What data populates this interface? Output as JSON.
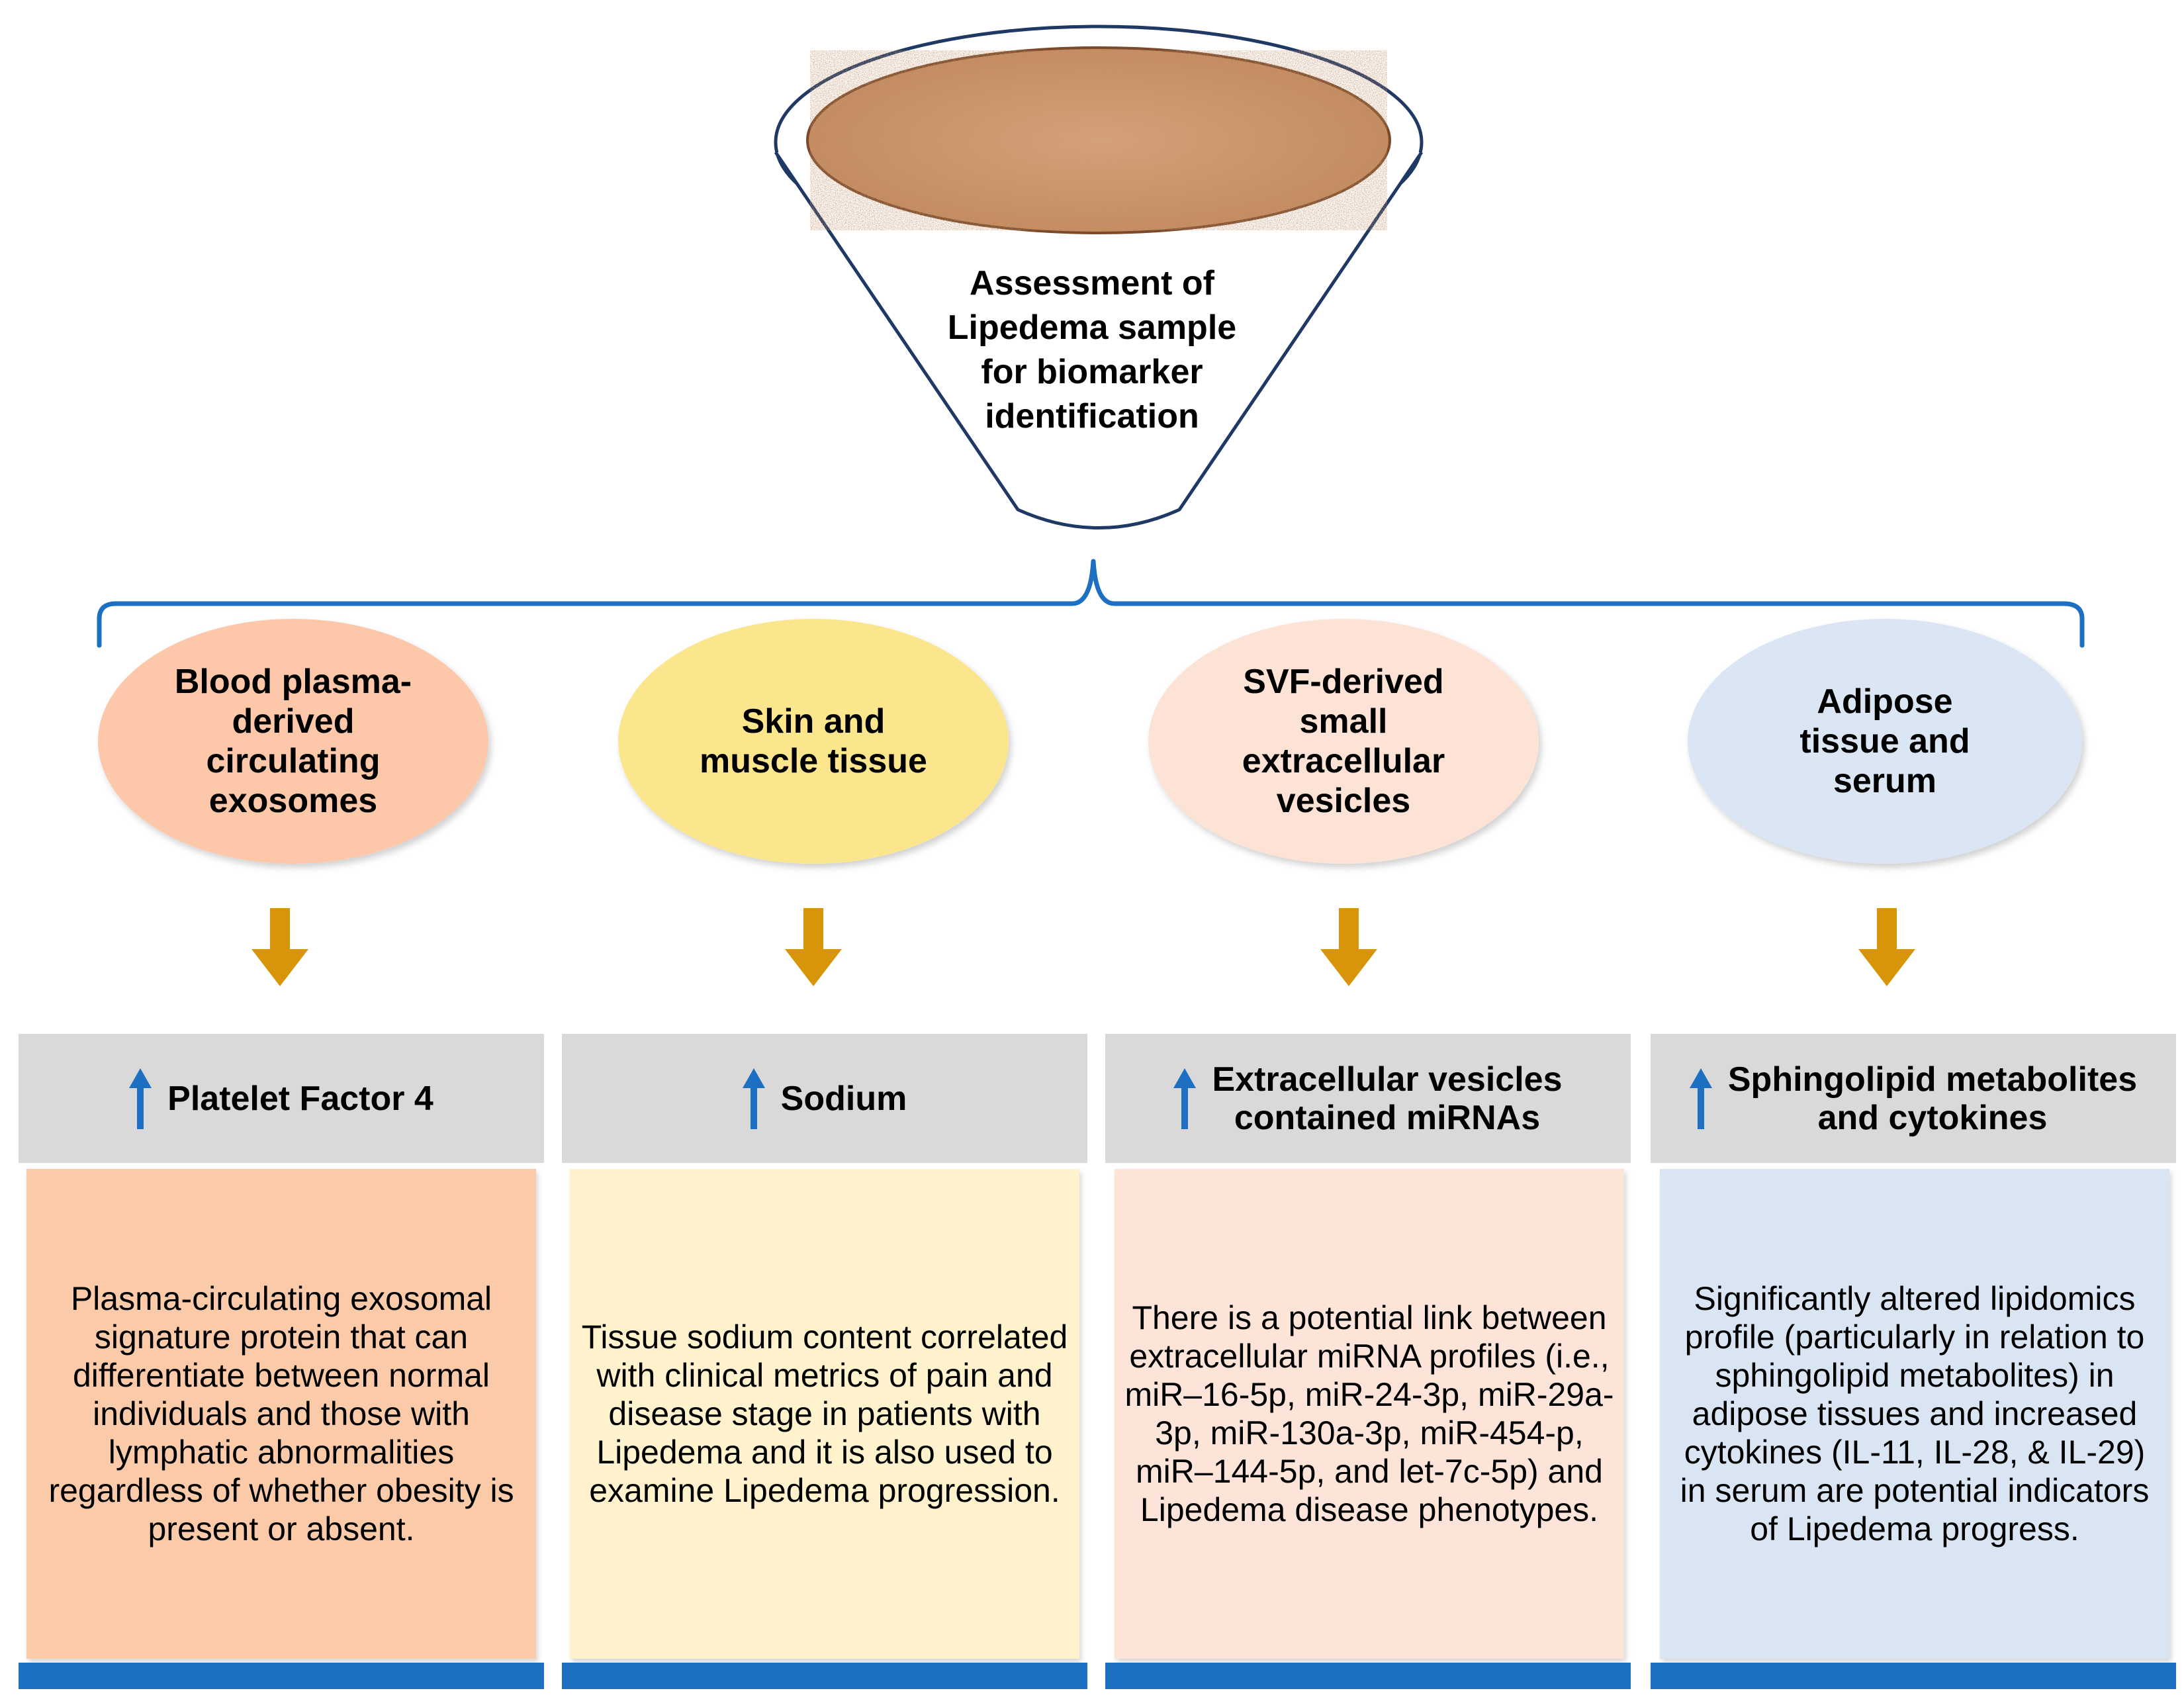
{
  "funnel": {
    "label": "Assessment of\nLipedema sample\nfor biomarker\nidentification"
  },
  "columns": [
    {
      "source": "Blood plasma-\nderived\ncirculating\nexosomes",
      "biomarker": "Platelet Factor 4",
      "description": "Plasma-circulating exosomal signature protein that can differentiate between normal individuals and those with lymphatic abnormalities regardless of whether obesity is present or absent."
    },
    {
      "source": "Skin and\nmuscle tissue",
      "biomarker": "Sodium",
      "description": "Tissue sodium content correlated with clinical metrics of pain and disease stage in patients with Lipedema and it is also used to examine Lipedema progression."
    },
    {
      "source": "SVF-derived\nsmall\nextracellular\nvesicles",
      "biomarker": "Extracellular vesicles\ncontained miRNAs",
      "description": "There is a potential link between extracellular miRNA profiles (i.e., miR–16-5p, miR-24-3p, miR-29a-3p, miR-130a-3p, miR-454-p, miR–144-5p, and let-7c-5p) and Lipedema disease phenotypes."
    },
    {
      "source": "Adipose\ntissue and\nserum",
      "biomarker": "Sphingolipid metabolites\nand cytokines",
      "description": "Significantly altered lipidomics profile (particularly in relation to sphingolipid metabolites) in adipose tissues and increased cytokines (IL-11, IL-28, & IL-29) in serum are potential indicators of Lipedema progress."
    }
  ],
  "colors": {
    "bracket": "#1d6fc2",
    "up_arrow": "#1d6fc2",
    "down_arrow": "#d9950a",
    "header_bg": "#d9d9d9",
    "base_bar": "#1d6fc2",
    "column_1_oval": "#fcc8a9",
    "column_1_box": "#fbcaa9",
    "column_2_oval": "#fbe68d",
    "column_2_box": "#fff2cc",
    "column_3_oval": "#fde3d6",
    "column_3_box": "#fde4d8",
    "column_4_oval": "#dae6f4",
    "column_4_box": "#dae5f4"
  },
  "icons": {
    "funnel": "funnel-icon",
    "up_arrow": "up-arrow-icon",
    "down_arrow": "down-arrow-icon"
  }
}
